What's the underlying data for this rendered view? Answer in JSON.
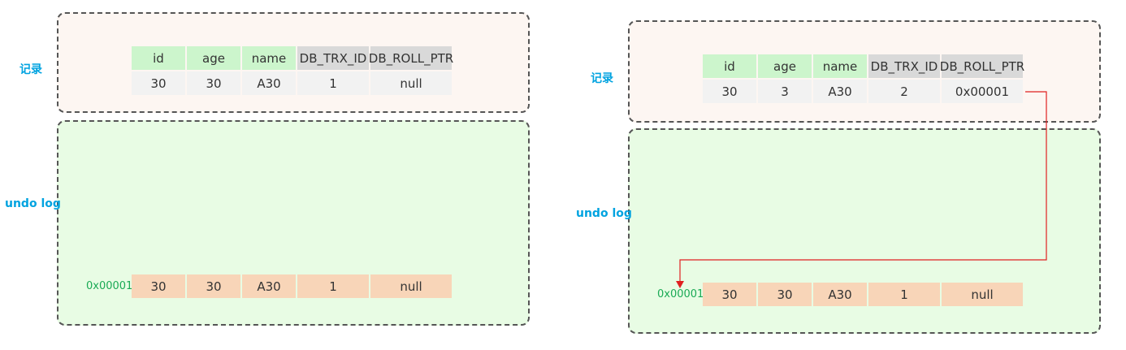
{
  "headers": [
    "id",
    "age",
    "name",
    "DB_TRX_ID",
    "DB_ROLL_PTR"
  ],
  "left": {
    "record_label": "记录",
    "undo_label": "undo log",
    "record_row": [
      "30",
      "30",
      "A30",
      "1",
      "null"
    ],
    "undo_address": "0x00001",
    "undo_row": [
      "30",
      "30",
      "A30",
      "1",
      "null"
    ]
  },
  "right": {
    "record_label": "记录",
    "undo_label": "undo log",
    "record_row": [
      "30",
      "3",
      "A30",
      "2",
      "0x00001"
    ],
    "undo_address": "0x00001",
    "undo_row": [
      "30",
      "30",
      "A30",
      "1",
      "null"
    ]
  },
  "colors": {
    "label": "#00a3e0",
    "address": "#1aaa55",
    "pointer_arrow": "#e02020",
    "header_green": "#ccf5cc",
    "header_gray": "#d9d9d9",
    "undo_cell": "#f8d5b8"
  }
}
